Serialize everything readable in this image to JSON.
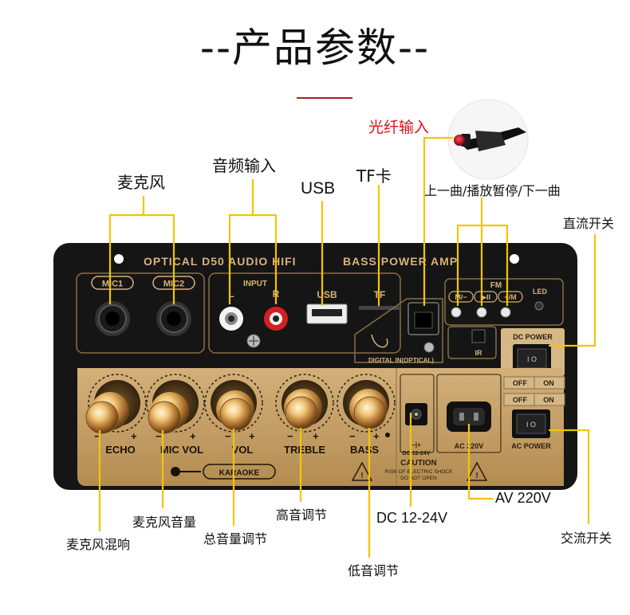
{
  "header": {
    "title": "--产品参数--"
  },
  "callouts": {
    "mic": "麦克风",
    "audio_in": "音频输入",
    "usb": "USB",
    "tf": "TF卡",
    "optical_in": "光纤输入",
    "track_controls": "上一曲/播放暂停/下一曲",
    "dc_switch": "直流开关",
    "echo": "麦克风混响",
    "mic_vol": "麦克风音量",
    "master_vol": "总音量调节",
    "treble": "高音调节",
    "bass": "低音调节",
    "dc_input": "DC 12-24V",
    "ac_input": "AV 220V",
    "ac_switch": "交流开关"
  },
  "panel": {
    "top_label_left": "OPTICAL D50 AUDIO HIFI",
    "top_label_right": "BASS POWER AMP",
    "mic1": "MIC1",
    "mic2": "MIC2",
    "input": "INPUT",
    "input_l": "L",
    "input_r": "R",
    "usb": "USB",
    "tf": "TF",
    "fm": "FM",
    "btn_prev": "M/−",
    "btn_play": "▶II",
    "btn_next": "+/M",
    "led": "LED",
    "ir": "IR",
    "digital_in": "DIGITAL IN(OPTICAL)",
    "dc_power": "DC POWER",
    "off": "OFF",
    "on": "ON",
    "ac_power": "AC POWER",
    "knob_echo": "ECHO",
    "knob_mic_vol": "MIC VOL",
    "knob_vol": "VOL",
    "knob_treble": "TREBLE",
    "knob_bass": "BASS",
    "minus": "−",
    "plus": "+",
    "dc_jack": "DC 12-24V",
    "ac_socket": "AC 220V",
    "caution": "CAUTION",
    "caution_line1": "RISK OF ELECTRIC SHOCK",
    "caution_line2": "DO NOT OPEN",
    "karaoke": "KARAOKE"
  },
  "colors": {
    "callout_line": "#f2c500",
    "panel_black": "#151515",
    "panel_gold": "#c9a46b",
    "gold_text": "#d8b27a",
    "highlight_red": "#e0101a"
  }
}
